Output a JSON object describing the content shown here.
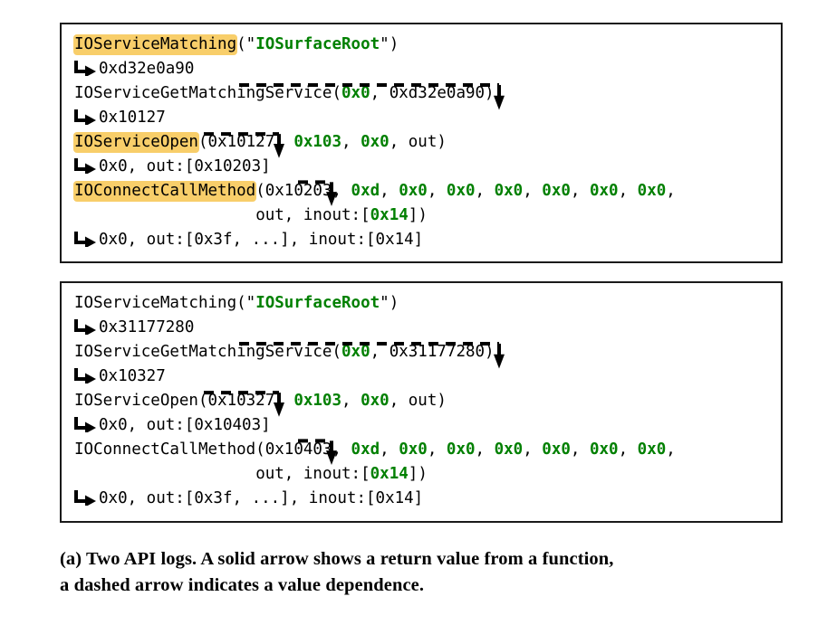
{
  "figure": {
    "caption": {
      "line1": "(a) Two API logs. A solid arrow shows a return value from a function,",
      "line2": "a dashed arrow indicates a value dependence."
    },
    "colors": {
      "highlight": "#f8ce6a",
      "value_green": "#008000",
      "text": "#000000",
      "border": "#1a1a1a",
      "background": "#ffffff"
    },
    "legend": {
      "solid_arrow_meaning": "return value from a function",
      "dashed_arrow_meaning": "value dependence"
    }
  },
  "logs": [
    {
      "id": "log-1",
      "highlighted": true,
      "lines": [
        {
          "kind": "call",
          "func": "IOServiceMatching",
          "func_highlighted": true,
          "text": "IOServiceMatching(\"IOSurfaceRoot\")",
          "segments": [
            {
              "t": "IOServiceMatching",
              "c": "black",
              "hl": true
            },
            {
              "t": "(\"",
              "c": "black",
              "hl": false
            },
            {
              "t": "IOSurfaceRoot",
              "c": "green",
              "hl": false
            },
            {
              "t": "\")",
              "c": "black",
              "hl": false
            }
          ]
        },
        {
          "kind": "return",
          "text": "0xd32e0a90",
          "segments": [
            {
              "t": "0xd32e0a90",
              "c": "black",
              "hl": false
            }
          ]
        },
        {
          "kind": "call",
          "func": "IOServiceGetMatchingService",
          "func_highlighted": false,
          "text": "IOServiceGetMatchingService(0x0, 0xd32e0a90)",
          "segments": [
            {
              "t": "IOServiceGetMatchingService(",
              "c": "black",
              "hl": false
            },
            {
              "t": "0x0",
              "c": "green",
              "hl": false
            },
            {
              "t": ", 0xd32e0a90)",
              "c": "black",
              "hl": false
            }
          ]
        },
        {
          "kind": "return",
          "text": "0x10127",
          "segments": [
            {
              "t": "0x10127",
              "c": "black",
              "hl": false
            }
          ]
        },
        {
          "kind": "call",
          "func": "IOServiceOpen",
          "func_highlighted": true,
          "text": "IOServiceOpen(0x10127, 0x103, 0x0, out)",
          "segments": [
            {
              "t": "IOServiceOpen",
              "c": "black",
              "hl": true
            },
            {
              "t": "(0x10127, ",
              "c": "black",
              "hl": false
            },
            {
              "t": "0x103",
              "c": "green",
              "hl": false
            },
            {
              "t": ", ",
              "c": "black",
              "hl": false
            },
            {
              "t": "0x0",
              "c": "green",
              "hl": false
            },
            {
              "t": ", out)",
              "c": "black",
              "hl": false
            }
          ]
        },
        {
          "kind": "return",
          "text": "0x0, out:[0x10203]",
          "segments": [
            {
              "t": "0x0, out:[0x10203]",
              "c": "black",
              "hl": false
            }
          ]
        },
        {
          "kind": "call",
          "func": "IOConnectCallMethod",
          "func_highlighted": true,
          "text": "IOConnectCallMethod(0x10203, 0xd, 0x0, 0x0, 0x0, 0x0, 0x0, 0x0,",
          "segments": [
            {
              "t": "IOConnectCallMethod",
              "c": "black",
              "hl": true
            },
            {
              "t": "(0x10203, ",
              "c": "black",
              "hl": false
            },
            {
              "t": "0xd",
              "c": "green",
              "hl": false
            },
            {
              "t": ", ",
              "c": "black",
              "hl": false
            },
            {
              "t": "0x0",
              "c": "green",
              "hl": false
            },
            {
              "t": ", ",
              "c": "black",
              "hl": false
            },
            {
              "t": "0x0",
              "c": "green",
              "hl": false
            },
            {
              "t": ", ",
              "c": "black",
              "hl": false
            },
            {
              "t": "0x0",
              "c": "green",
              "hl": false
            },
            {
              "t": ", ",
              "c": "black",
              "hl": false
            },
            {
              "t": "0x0",
              "c": "green",
              "hl": false
            },
            {
              "t": ", ",
              "c": "black",
              "hl": false
            },
            {
              "t": "0x0",
              "c": "green",
              "hl": false
            },
            {
              "t": ", ",
              "c": "black",
              "hl": false
            },
            {
              "t": "0x0",
              "c": "green",
              "hl": false
            },
            {
              "t": ",",
              "c": "black",
              "hl": false
            }
          ]
        },
        {
          "kind": "cont",
          "text": "out, inout:[0x14])",
          "segments": [
            {
              "t": "out, inout:[",
              "c": "black",
              "hl": false
            },
            {
              "t": "0x14",
              "c": "green",
              "hl": false
            },
            {
              "t": "])",
              "c": "black",
              "hl": false
            }
          ]
        },
        {
          "kind": "return",
          "text": "0x0, out:[0x3f, ...], inout:[0x14]",
          "segments": [
            {
              "t": "0x0, out:[0x3f, ...], inout:[0x14]",
              "c": "black",
              "hl": false
            }
          ]
        }
      ]
    },
    {
      "id": "log-2",
      "highlighted": false,
      "lines": [
        {
          "kind": "call",
          "func": "IOServiceMatching",
          "func_highlighted": false,
          "text": "IOServiceMatching(\"IOSurfaceRoot\")",
          "segments": [
            {
              "t": "IOServiceMatching(\"",
              "c": "black",
              "hl": false
            },
            {
              "t": "IOSurfaceRoot",
              "c": "green",
              "hl": false
            },
            {
              "t": "\")",
              "c": "black",
              "hl": false
            }
          ]
        },
        {
          "kind": "return",
          "text": "0x31177280",
          "segments": [
            {
              "t": "0x31177280",
              "c": "black",
              "hl": false
            }
          ]
        },
        {
          "kind": "call",
          "func": "IOServiceGetMatchingService",
          "func_highlighted": false,
          "text": "IOServiceGetMatchingService(0x0, 0x31177280)",
          "segments": [
            {
              "t": "IOServiceGetMatchingService(",
              "c": "black",
              "hl": false
            },
            {
              "t": "0x0",
              "c": "green",
              "hl": false
            },
            {
              "t": ", 0x31177280)",
              "c": "black",
              "hl": false
            }
          ]
        },
        {
          "kind": "return",
          "text": "0x10327",
          "segments": [
            {
              "t": "0x10327",
              "c": "black",
              "hl": false
            }
          ]
        },
        {
          "kind": "call",
          "func": "IOServiceOpen",
          "func_highlighted": false,
          "text": "IOServiceOpen(0x10327, 0x103, 0x0, out)",
          "segments": [
            {
              "t": "IOServiceOpen(0x10327, ",
              "c": "black",
              "hl": false
            },
            {
              "t": "0x103",
              "c": "green",
              "hl": false
            },
            {
              "t": ", ",
              "c": "black",
              "hl": false
            },
            {
              "t": "0x0",
              "c": "green",
              "hl": false
            },
            {
              "t": ", out)",
              "c": "black",
              "hl": false
            }
          ]
        },
        {
          "kind": "return",
          "text": "0x0, out:[0x10403]",
          "segments": [
            {
              "t": "0x0, out:[0x10403]",
              "c": "black",
              "hl": false
            }
          ]
        },
        {
          "kind": "call",
          "func": "IOConnectCallMethod",
          "func_highlighted": false,
          "text": "IOConnectCallMethod(0x10403, 0xd, 0x0, 0x0, 0x0, 0x0, 0x0, 0x0,",
          "segments": [
            {
              "t": "IOConnectCallMethod(0x10403, ",
              "c": "black",
              "hl": false
            },
            {
              "t": "0xd",
              "c": "green",
              "hl": false
            },
            {
              "t": ", ",
              "c": "black",
              "hl": false
            },
            {
              "t": "0x0",
              "c": "green",
              "hl": false
            },
            {
              "t": ", ",
              "c": "black",
              "hl": false
            },
            {
              "t": "0x0",
              "c": "green",
              "hl": false
            },
            {
              "t": ", ",
              "c": "black",
              "hl": false
            },
            {
              "t": "0x0",
              "c": "green",
              "hl": false
            },
            {
              "t": ", ",
              "c": "black",
              "hl": false
            },
            {
              "t": "0x0",
              "c": "green",
              "hl": false
            },
            {
              "t": ", ",
              "c": "black",
              "hl": false
            },
            {
              "t": "0x0",
              "c": "green",
              "hl": false
            },
            {
              "t": ", ",
              "c": "black",
              "hl": false
            },
            {
              "t": "0x0",
              "c": "green",
              "hl": false
            },
            {
              "t": ",",
              "c": "black",
              "hl": false
            }
          ]
        },
        {
          "kind": "cont",
          "text": "out, inout:[0x14])",
          "segments": [
            {
              "t": "out, inout:[",
              "c": "black",
              "hl": false
            },
            {
              "t": "0x14",
              "c": "green",
              "hl": false
            },
            {
              "t": "])",
              "c": "black",
              "hl": false
            }
          ]
        },
        {
          "kind": "return",
          "text": "0x0, out:[0x3f, ...], inout:[0x14]",
          "segments": [
            {
              "t": "0x0, out:[0x3f, ...], inout:[0x14]",
              "c": "black",
              "hl": false
            }
          ]
        }
      ]
    }
  ]
}
